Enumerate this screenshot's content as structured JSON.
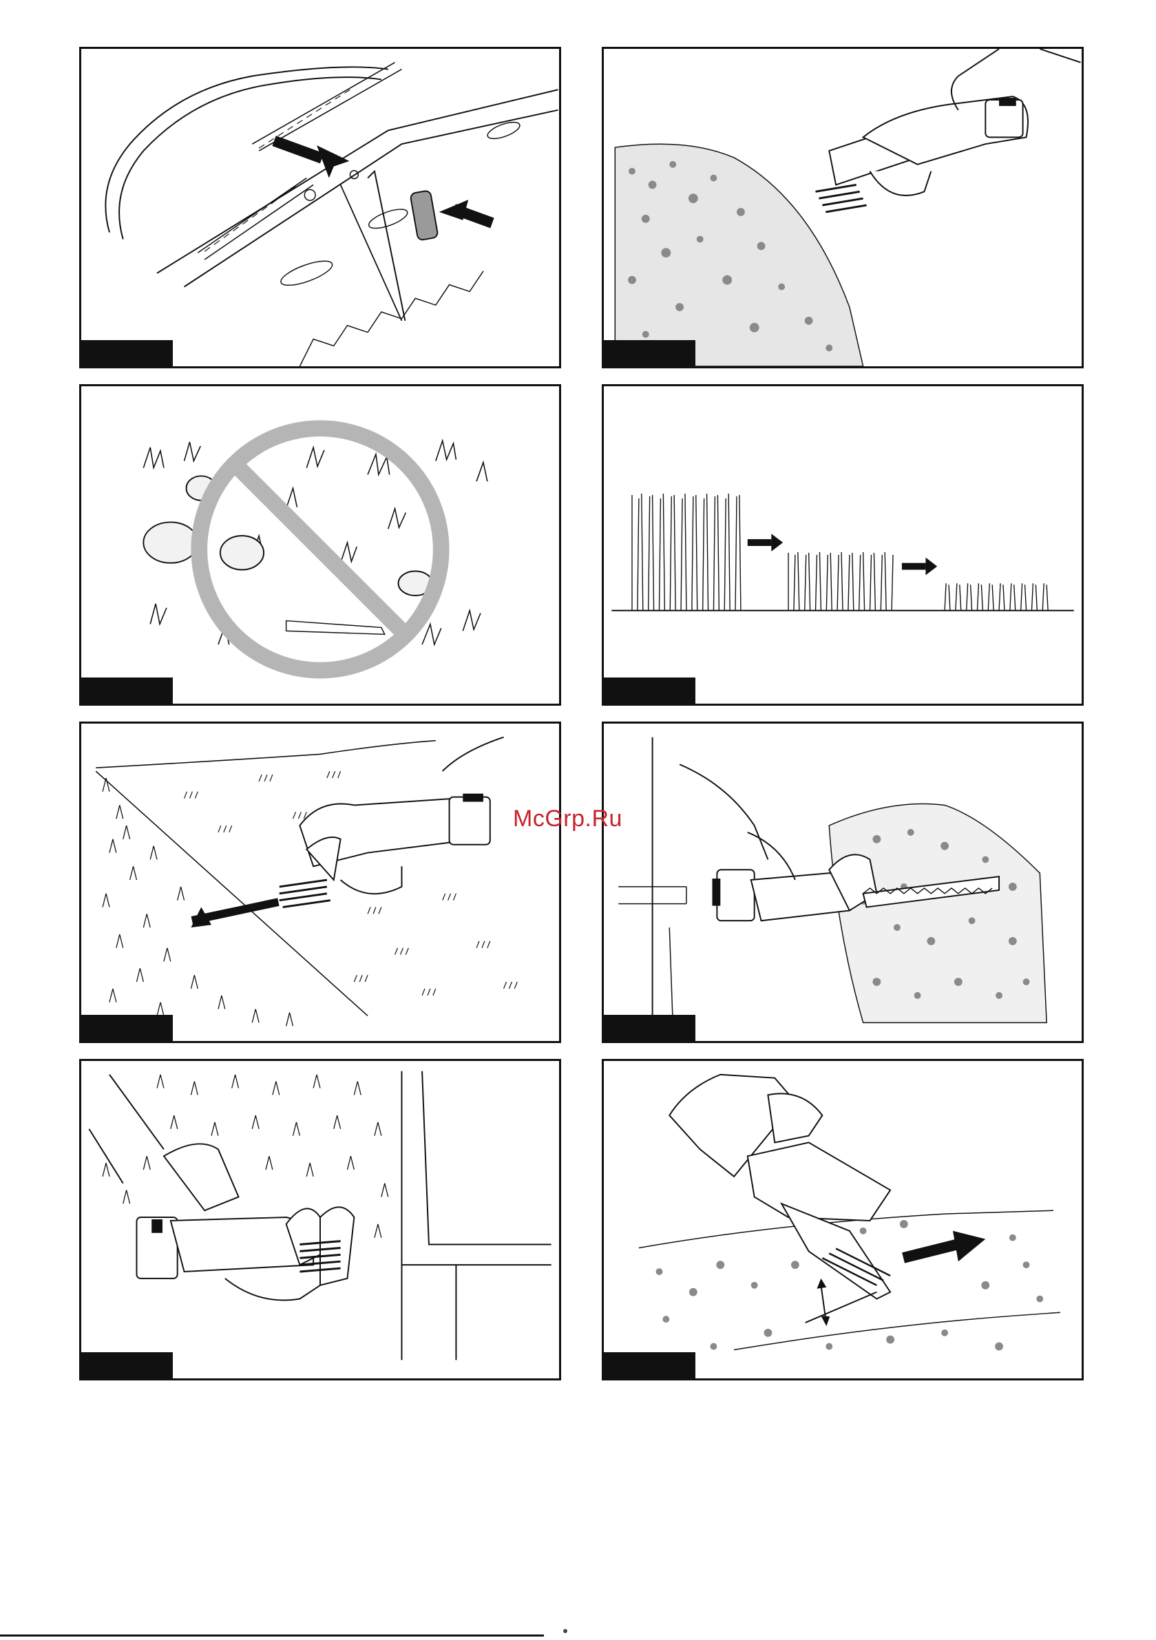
{
  "watermark": {
    "text": "McGrp.Ru"
  },
  "colors": {
    "ink": "#111111",
    "speckle": "#8a8a8a",
    "prohibit": "#b5b5b5",
    "watermark": "#c8232c"
  },
  "panels": [
    {
      "id": "p1",
      "subject": "blade-cover-arrows",
      "figure_tab": ""
    },
    {
      "id": "p2",
      "subject": "shearing-round-bush",
      "figure_tab": ""
    },
    {
      "id": "p3",
      "subject": "prohibited-rocks-debris",
      "figure_tab": ""
    },
    {
      "id": "p4",
      "subject": "staged-cutting-heights",
      "figure_tab": ""
    },
    {
      "id": "p5",
      "subject": "lawn-edge-cutting",
      "figure_tab": ""
    },
    {
      "id": "p6",
      "subject": "hedge-trimming",
      "figure_tab": ""
    },
    {
      "id": "p7",
      "subject": "wall-edge-cutting",
      "figure_tab": ""
    },
    {
      "id": "p8",
      "subject": "cutting-angle",
      "figure_tab": ""
    }
  ]
}
